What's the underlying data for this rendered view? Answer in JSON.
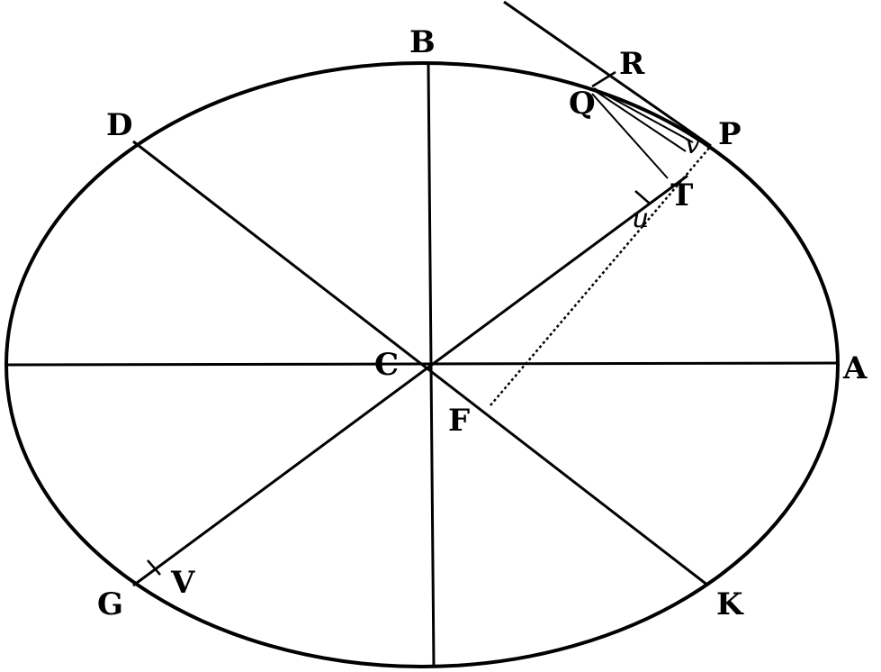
{
  "labels": {
    "A": "A",
    "B": "B",
    "C": "C",
    "D": "D",
    "F": "F",
    "G": "G",
    "K": "K",
    "P": "P",
    "Q": "Q",
    "R": "R",
    "T": "T",
    "V": "V",
    "u": "u",
    "v": "v"
  },
  "colors": {
    "ink": "#000000",
    "paper": "#ffffff"
  }
}
